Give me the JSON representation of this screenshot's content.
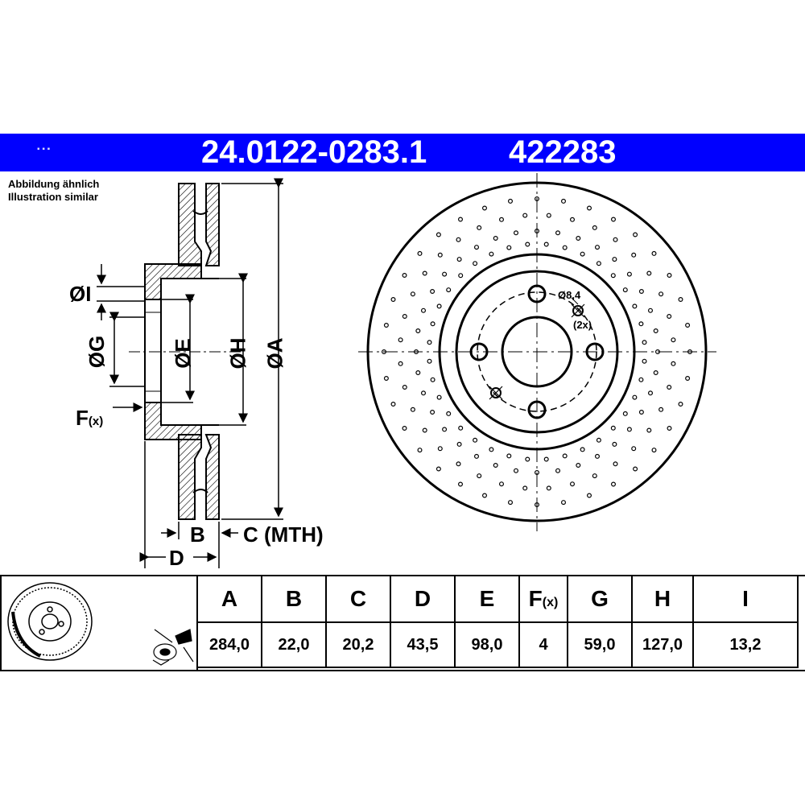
{
  "header": {
    "part_number": "24.0122-0283.1",
    "ref_number": "422283",
    "banner_color": "#0000ff"
  },
  "note": {
    "line1": "Abbildung ähnlich",
    "line2": "Illustration similar"
  },
  "drawing": {
    "labels": {
      "I": "ØI",
      "G": "ØG",
      "E": "ØE",
      "H": "ØH",
      "A": "ØA",
      "F": "F",
      "F_sub": "(x)",
      "B": "B",
      "C": "C (MTH)",
      "D": "D"
    },
    "hole_callout": {
      "diameter": "Ø8,4",
      "count": "(2x)"
    }
  },
  "table": {
    "headers": [
      "A",
      "B",
      "C",
      "D",
      "E",
      "F",
      "G",
      "H",
      "I"
    ],
    "header_f_sub": "(x)",
    "values": [
      "284,0",
      "22,0",
      "20,2",
      "43,5",
      "98,0",
      "4",
      "59,0",
      "127,0",
      "13,2"
    ]
  },
  "icons": [
    "brake-disc-icon",
    "mounting-hardware-icon"
  ]
}
